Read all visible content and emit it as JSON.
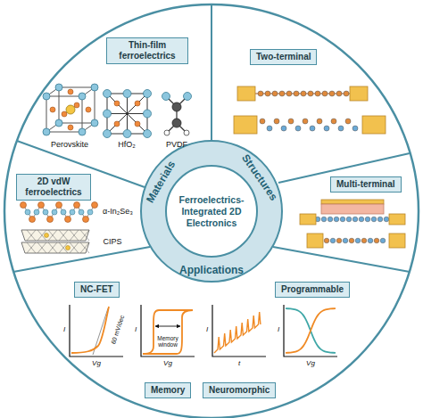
{
  "diagram": {
    "nodes": [
      {
        "text": [
          "Materials",
          "Structures",
          "Applications"
        ]
      },
      {
        "text": [
          "Ferroelectrics-Integrated 2D Electronics"
        ],
        "in": 0
      },
      {
        "text": [
          "Thin-film ferroelectrics"
        ]
      },
      {
        "text": [
          "Two-terminal"
        ]
      },
      {
        "text": [
          "2D vdW ferroelectrics"
        ]
      },
      {
        "text": [
          "Multi-terminal"
        ]
      },
      {
        "text": [
          "NC-FET"
        ]
      },
      {
        "text": [
          "Programmable"
        ]
      },
      {
        "text": [
          "Memory"
        ]
      },
      {
        "text": [
          "Neuromorphic"
        ]
      }
    ],
    "labels": [
      "Perovskite",
      "HfO₂",
      "PVDF",
      "α-In₂Se₃",
      "CIPS",
      "60 mV/dec",
      "Memory window",
      "I",
      "Vg",
      "I",
      "Vg",
      "I",
      "t",
      "I",
      "Vg"
    ]
  }
}
